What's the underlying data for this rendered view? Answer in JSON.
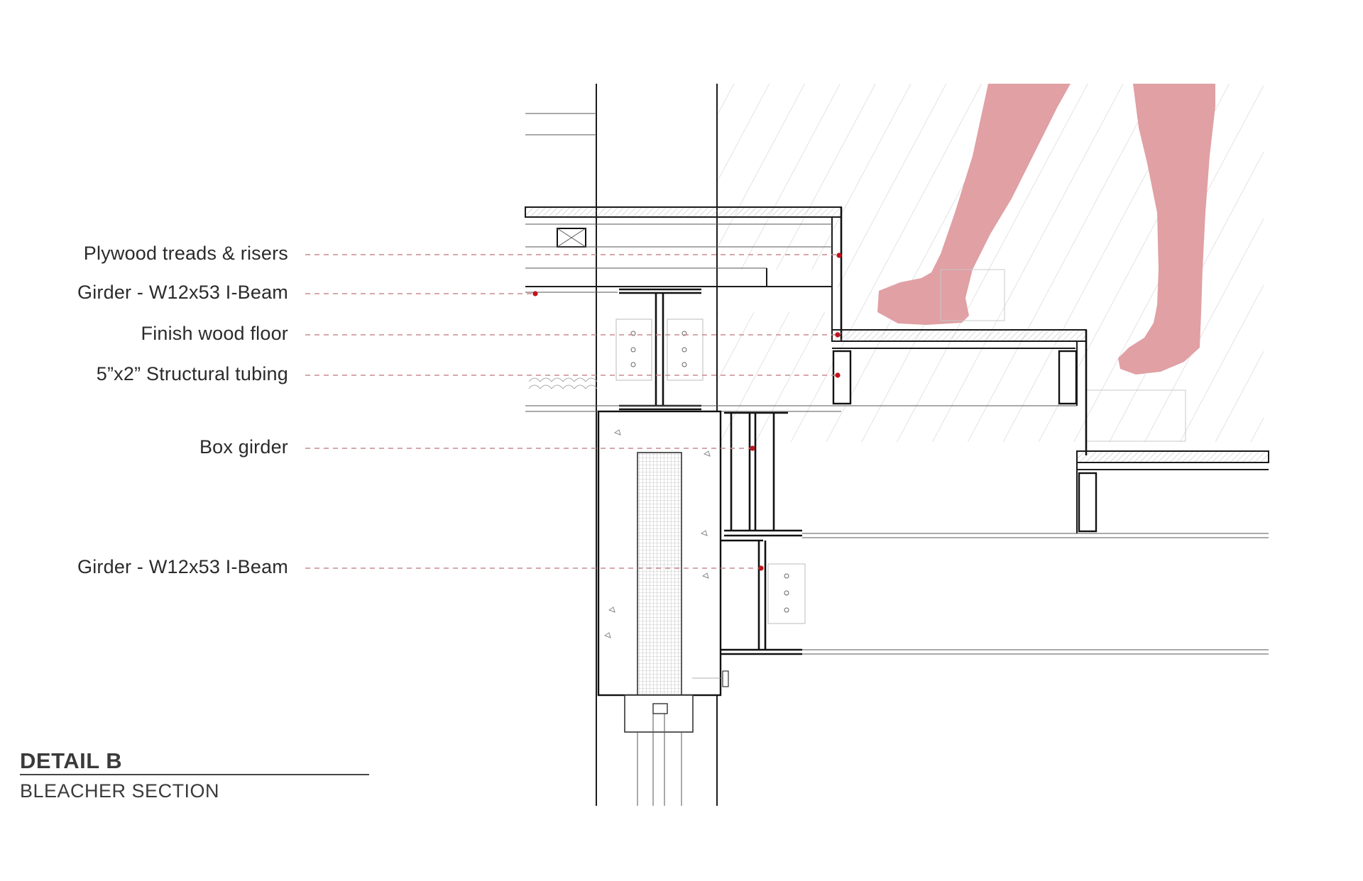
{
  "detail": {
    "title": "DETAIL B",
    "subtitle": "BLEACHER SECTION"
  },
  "callouts": [
    {
      "id": "plywood-treads",
      "text": "Plywood treads & risers"
    },
    {
      "id": "girder-upper",
      "text": "Girder - W12x53 I-Beam"
    },
    {
      "id": "finish-floor",
      "text": "Finish wood floor"
    },
    {
      "id": "structural-tubing",
      "text": "5”x2” Structural tubing"
    },
    {
      "id": "box-girder",
      "text": "Box girder"
    },
    {
      "id": "girder-lower",
      "text": "Girder - W12x53 I-Beam"
    }
  ],
  "colors": {
    "leader": "#c98a92",
    "leader_dot": "#c0141c",
    "figure": "#e0a0a4",
    "linework": "#1b1b1b"
  }
}
